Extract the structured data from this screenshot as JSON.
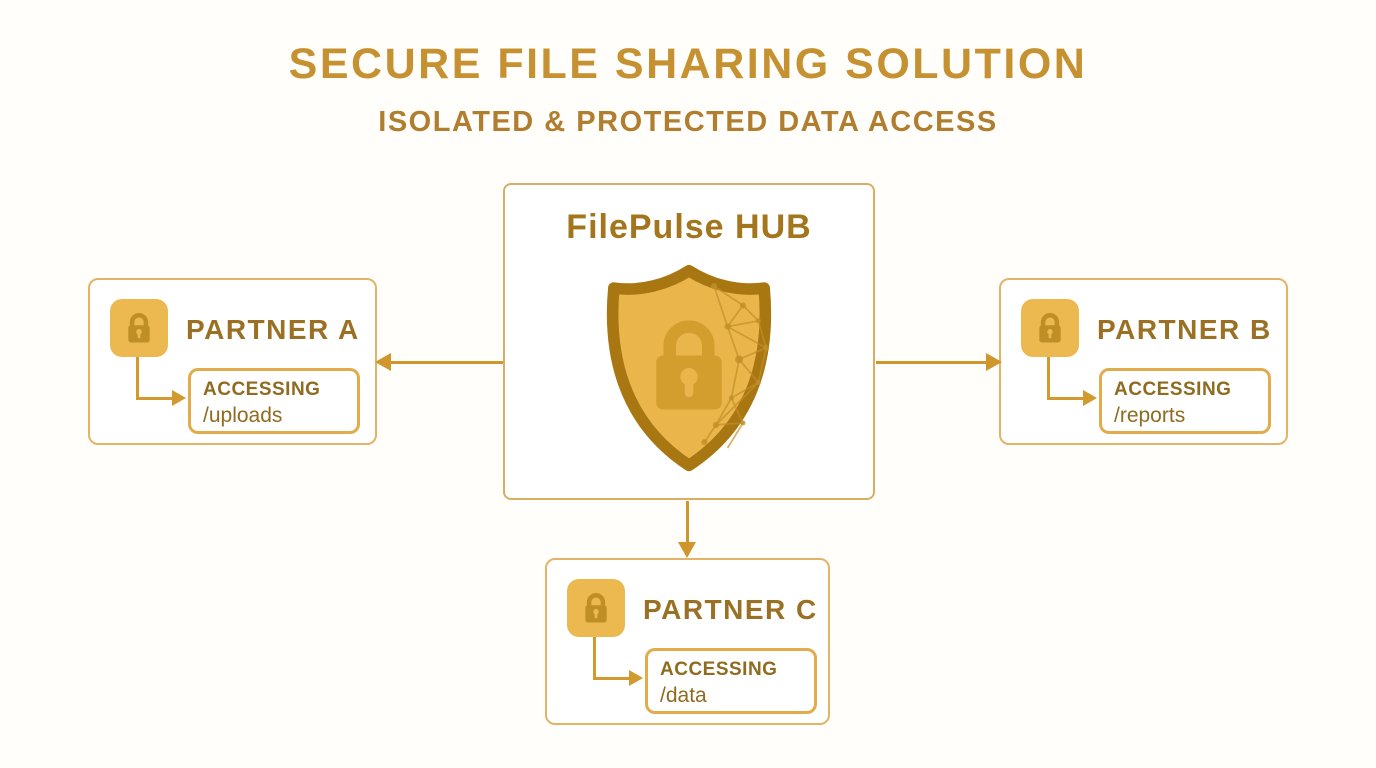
{
  "header": {
    "title": "SECURE FILE SHARING SOLUTION",
    "subtitle": "ISOLATED & PROTECTED DATA ACCESS"
  },
  "hub": {
    "title": "FilePulse HUB",
    "icon": "shield-lock-icon"
  },
  "partners": [
    {
      "name": "PARTNER A",
      "access_label": "ACCESSING",
      "access_path": "/uploads",
      "icon": "lock-icon"
    },
    {
      "name": "PARTNER B",
      "access_label": "ACCESSING",
      "access_path": "/reports",
      "icon": "lock-icon"
    },
    {
      "name": "PARTNER C",
      "access_label": "ACCESSING",
      "access_path": "/data",
      "icon": "lock-icon"
    }
  ],
  "connections": [
    {
      "from": "FilePulse HUB",
      "to": "PARTNER A",
      "direction": "left"
    },
    {
      "from": "FilePulse HUB",
      "to": "PARTNER B",
      "direction": "right"
    },
    {
      "from": "FilePulse HUB",
      "to": "PARTNER C",
      "direction": "down"
    }
  ],
  "colors": {
    "background": "#FFFEFB",
    "title": "#C69231",
    "subtitle": "#B07E2E",
    "box_border": "#E3B467",
    "hub_border": "#D9AE62",
    "inner_box_border": "#E2AC4C",
    "partner_text": "#9A7124",
    "access_text": "#8F6B20",
    "hub_title_text": "#A3761D",
    "lock_badge_fill": "#ECB950",
    "lock_glyph": "#C08E27",
    "shield_border": "#A87711",
    "shield_fill": "#EAB64C",
    "shield_lock": "#D49E2E",
    "arrow": "#CF962C"
  }
}
